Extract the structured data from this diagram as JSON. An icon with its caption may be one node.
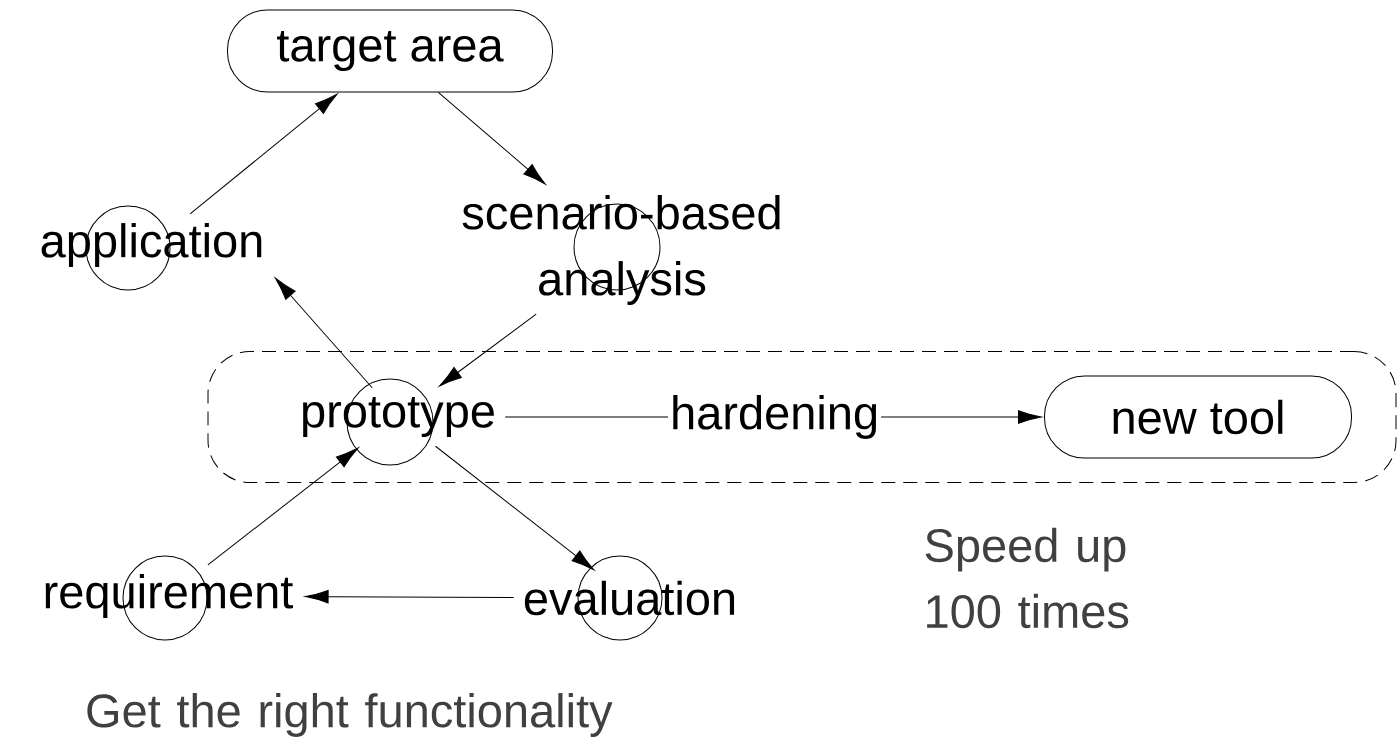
{
  "diagram": {
    "nodes": [
      {
        "text": [
          "target area"
        ]
      },
      {
        "text": [
          "application"
        ]
      },
      {
        "text": [
          "scenario-based analysis"
        ]
      },
      {
        "text": [],
        "shape": "box"
      },
      {
        "text": [
          "prototype"
        ],
        "in": 3
      },
      {
        "text": [
          "new tool"
        ],
        "in": 3
      },
      {
        "text": [
          "requirement"
        ]
      },
      {
        "text": [
          "evaluation"
        ]
      }
    ],
    "edges": [
      {
        "from": 1,
        "to": 0,
        "arrow": "to"
      },
      {
        "from": 0,
        "to": 2,
        "arrow": "to"
      },
      {
        "from": 2,
        "to": 4,
        "arrow": "to"
      },
      {
        "from": 4,
        "to": 1,
        "arrow": "to"
      },
      {
        "from": 4,
        "to": 5,
        "arrow": "to",
        "label": "hardening"
      },
      {
        "from": 6,
        "to": 4,
        "arrow": "to"
      },
      {
        "from": 4,
        "to": 7,
        "arrow": "to"
      },
      {
        "from": 7,
        "to": 6,
        "arrow": "to"
      }
    ],
    "labels": [
      "Speed up 100 times",
      "Get the right functionality"
    ]
  }
}
